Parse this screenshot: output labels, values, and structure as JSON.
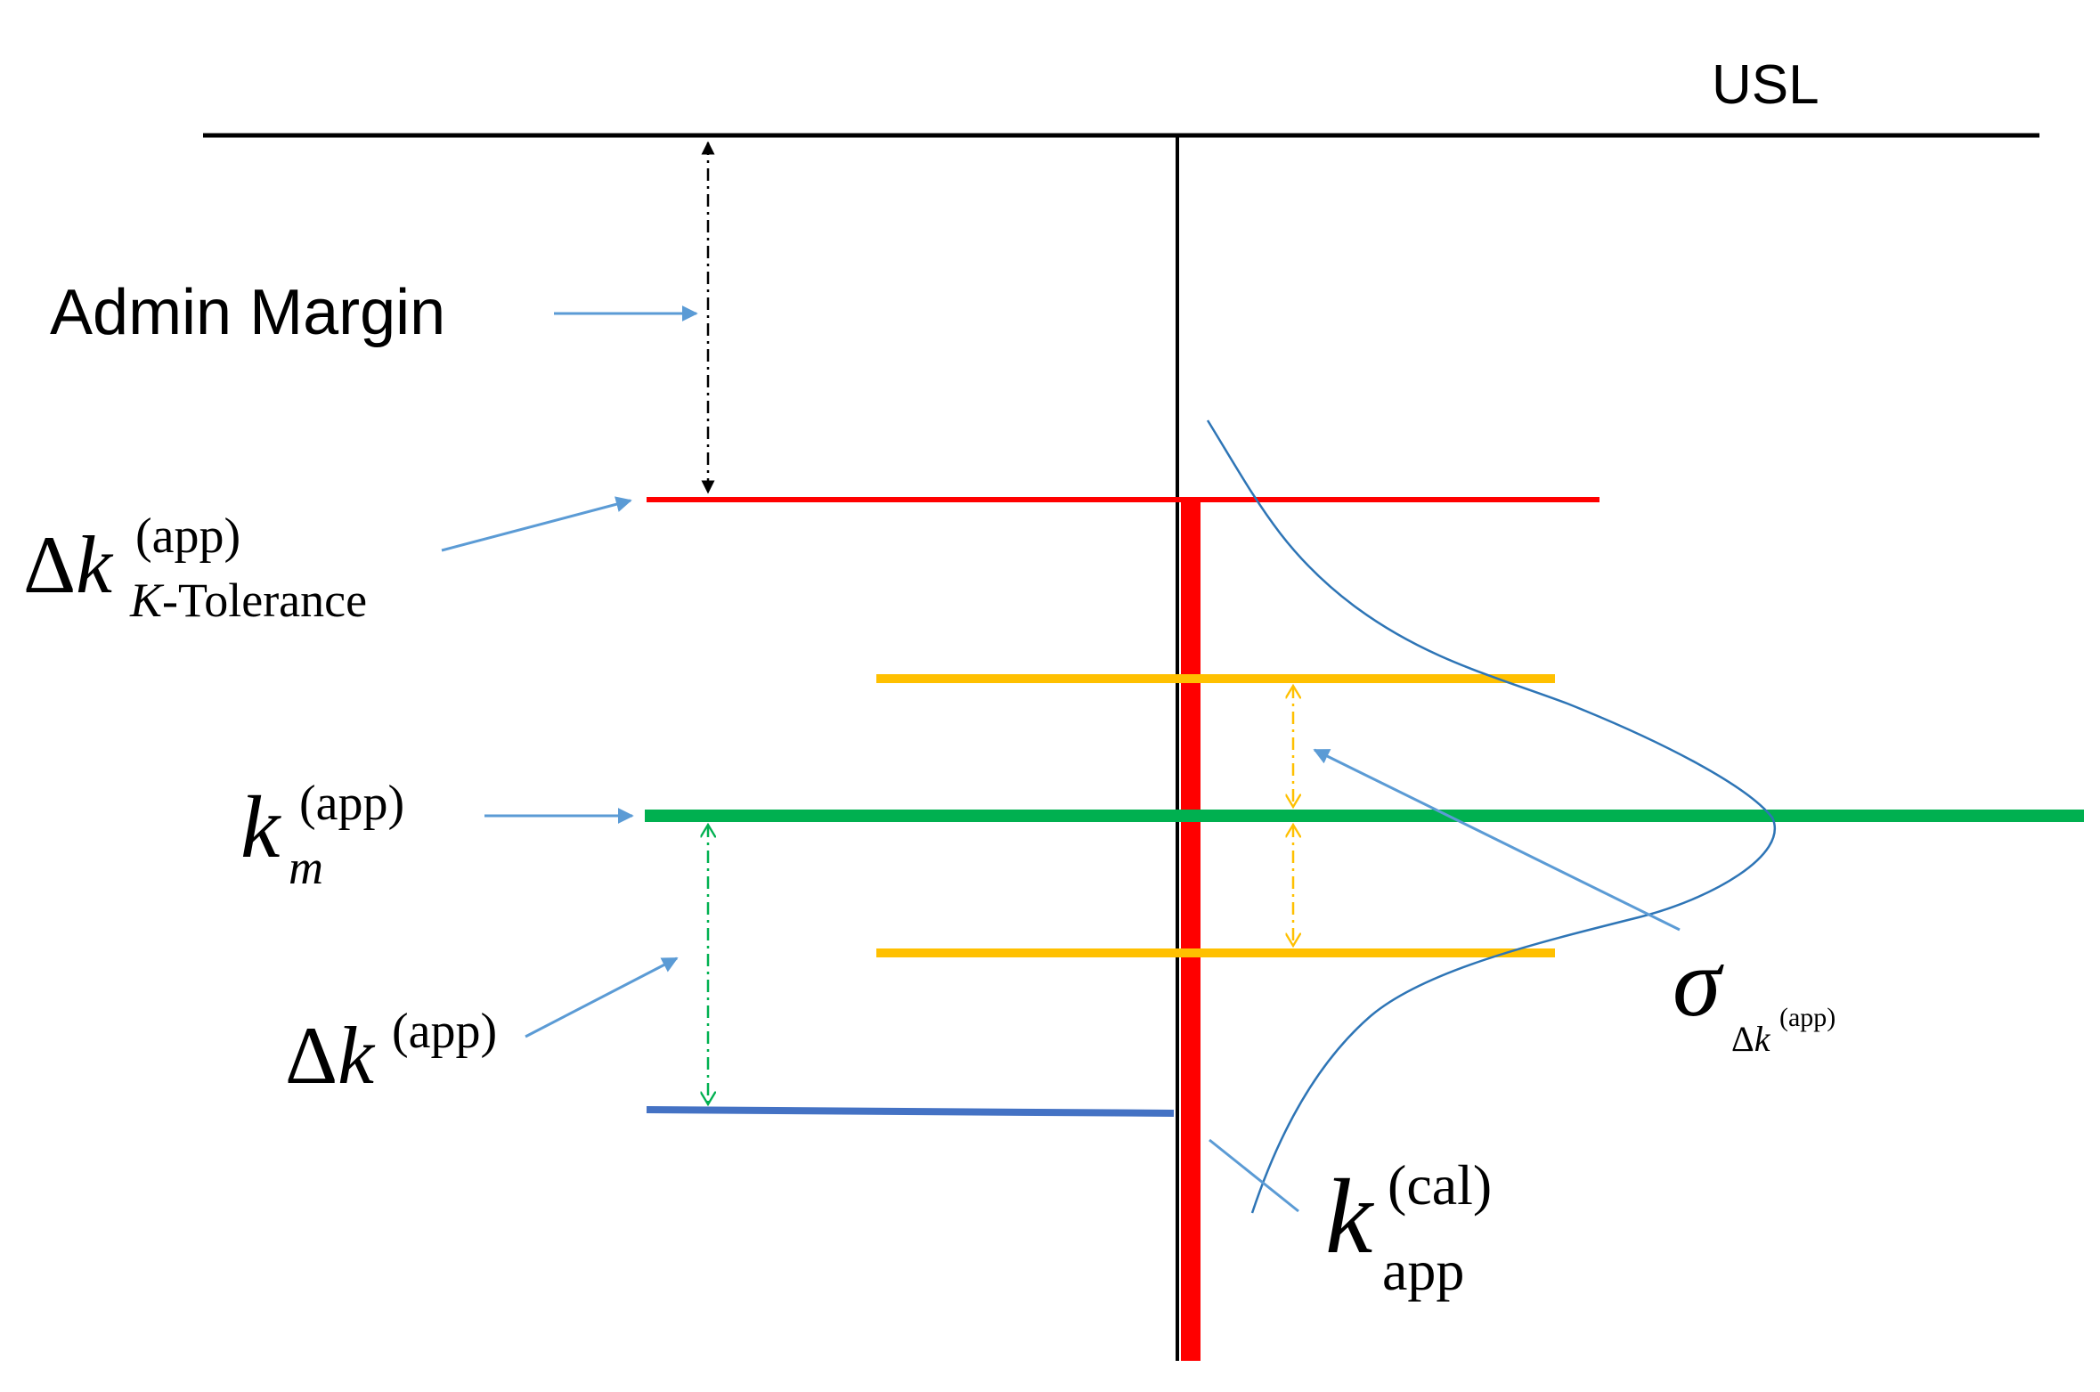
{
  "labels": {
    "usl": "USL",
    "admin_margin": "Admin Margin",
    "delta_k_tol": {
      "base": "Δ",
      "var": "k",
      "sup": "(app)",
      "sub_var": "K",
      "sub_rest": "-Tolerance"
    },
    "k_m": {
      "var": "k",
      "sup": "(app)",
      "sub": "m"
    },
    "delta_k": {
      "base": "Δ",
      "var": "k",
      "sup": "(app)"
    },
    "sigma": {
      "var": "σ",
      "sub_base": "Δ",
      "sub_var": "k",
      "sub_sup": "(app)"
    },
    "k_cal": {
      "var": "k",
      "sup": "(cal)",
      "sub": "app"
    }
  },
  "colors": {
    "usl_line": "#000000",
    "tolerance_line": "#ff0000",
    "mean_line": "#00b050",
    "sigma_lines": "#ffc000",
    "calibration_line": "#4472c4",
    "pointer_arrows": "#5b9bd5",
    "distribution_curve": "#2e75b6"
  }
}
